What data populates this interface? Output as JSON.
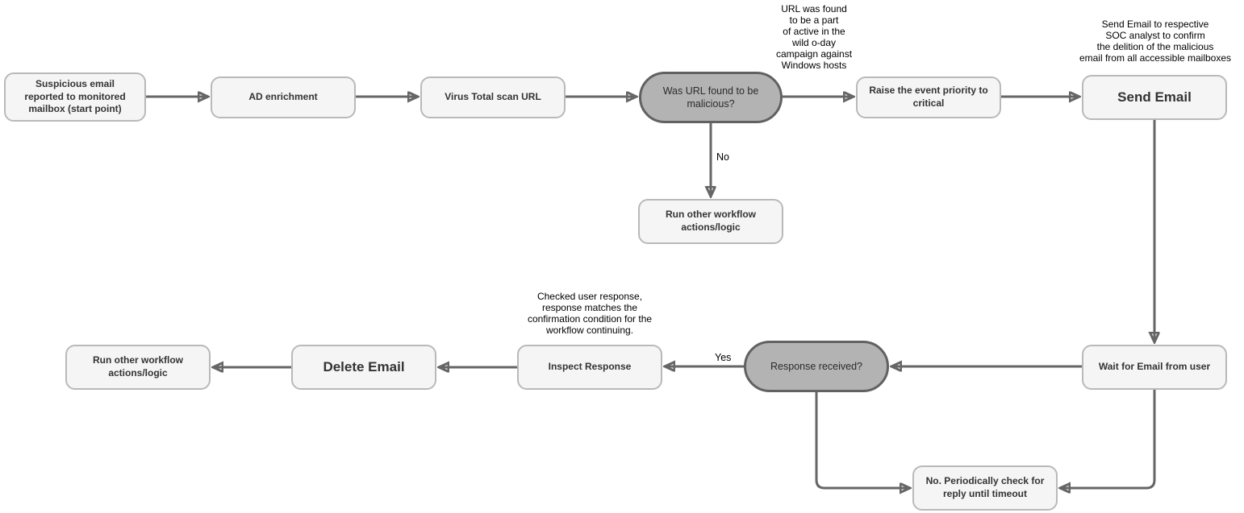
{
  "diagram": {
    "nodes": {
      "start": {
        "label": "Suspicious email reported to monitored mailbox (start point)"
      },
      "ad_enrichment": {
        "label": "AD enrichment"
      },
      "virus_total": {
        "label": "Virus Total scan URL"
      },
      "url_malicious_decision": {
        "label": "Was URL found to be malicious?"
      },
      "raise_priority": {
        "label": "Raise the event priority to critical"
      },
      "send_email": {
        "label": "Send Email"
      },
      "run_other_workflow_top": {
        "label": "Run other workflow actions/logic"
      },
      "run_other_workflow_bottom": {
        "label": "Run other workflow actions/logic"
      },
      "delete_email": {
        "label": "Delete Email"
      },
      "inspect_response": {
        "label": "Inspect Response"
      },
      "response_received_decision": {
        "label": "Response received?"
      },
      "wait_for_email": {
        "label": "Wait for Email from user"
      },
      "periodic_check": {
        "label": "No. Periodically check for reply until timeout"
      }
    },
    "annotations": {
      "url_campaign_note": {
        "text": "URL was found\nto be a part\nof active in the\nwild o-day\ncampaign against\nWindows hosts"
      },
      "send_email_note": {
        "text": "Send Email to respective\nSOC analyst to confirm\nthe delition of the malicious\nemail from all accessible mailboxes"
      },
      "inspect_response_note": {
        "text": "Checked user response,\nresponse matches the\nconfirmation condition for the\nworkflow continuing."
      }
    },
    "edge_labels": {
      "no": "No",
      "yes": "Yes"
    },
    "colors": {
      "node_fill": "#f5f5f5",
      "node_border": "#b9b9b9",
      "decision_fill": "#b3b3b3",
      "decision_border": "#616161",
      "connector": "#666666",
      "text": "#333333"
    }
  }
}
